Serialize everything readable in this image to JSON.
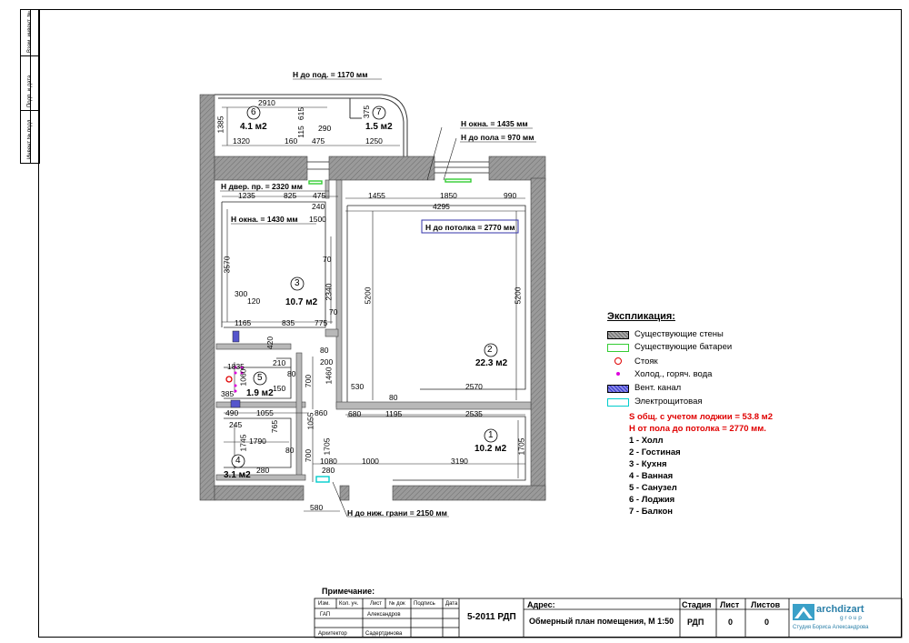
{
  "plan": {
    "notes": {
      "loggia_height": "Н до под. = 1170 мм",
      "window1_height": "Н окна. = 1435 мм",
      "window1_sill": "Н до пола = 970 мм",
      "door_height": "Н двер. пр. = 2320 мм",
      "window2_height": "Н окна. = 1430 мм",
      "ceiling_height": "Н до потолка = 2770 мм",
      "panel_height": "Н до ниж. грани = 2150 мм"
    },
    "rooms": [
      {
        "num": "1",
        "area": "10.2 м2"
      },
      {
        "num": "2",
        "area": "22.3 м2"
      },
      {
        "num": "3",
        "area": "10.7 м2"
      },
      {
        "num": "4",
        "area": "3.1 м2"
      },
      {
        "num": "5",
        "area": "1.9 м2"
      },
      {
        "num": "6",
        "area": "4.1 м2"
      },
      {
        "num": "7",
        "area": "1.5 м2"
      }
    ],
    "dims": {
      "d2910": "2910",
      "d615": "615",
      "d375": "375",
      "d1385": "1385",
      "d290": "290",
      "d115": "115",
      "d1320": "1320",
      "d160": "160",
      "d475a": "475",
      "d1250": "1250",
      "d1235": "1235",
      "d825": "825",
      "d475b": "475",
      "d1455": "1455",
      "d1850": "1850",
      "d990": "990",
      "d4295": "4295",
      "d240": "240",
      "d1500": "1500",
      "d3570": "3570",
      "d70a": "70",
      "d5200a": "5200",
      "d5200b": "5200",
      "d2340": "2340",
      "d300": "300",
      "d120": "120",
      "d70b": "70",
      "d1165": "1165",
      "d835": "835",
      "d775": "775",
      "d420": "420",
      "d80a": "80",
      "d210": "210",
      "d200": "200",
      "d1835": "1835",
      "d80b": "80",
      "d1060": "1060",
      "d700a": "700",
      "d1460": "1460",
      "d150": "150",
      "d385": "385",
      "d530": "530",
      "d80c": "80",
      "d2570": "2570",
      "d490": "490",
      "d1055a": "1055",
      "d860": "860",
      "d680": "680",
      "d1195": "1195",
      "d2535": "2535",
      "d245": "245",
      "d765": "765",
      "d1055b": "1055",
      "d1790": "1790",
      "d1745": "1745",
      "d1705a": "1705",
      "d1705b": "1705",
      "d80d": "80",
      "d700b": "700",
      "d1080": "1080",
      "d1000": "1000",
      "d3190": "3190",
      "d280a": "280",
      "d280b": "280",
      "d580": "580"
    }
  },
  "legend": {
    "title": "Экспликация:",
    "items": [
      {
        "label": "Существующие стены",
        "color": "#8a8a8a"
      },
      {
        "label": "Существующие батареи",
        "color": "#33cc33"
      },
      {
        "label": "Стояк",
        "color": "#e00000"
      },
      {
        "label": "Холод., горяч. вода",
        "color": "#dd00dd"
      },
      {
        "label": "Вент. канал",
        "color": "#3333cc"
      },
      {
        "label": "Электрощитовая",
        "color": "#00cccc"
      }
    ],
    "total_area": "S общ. с учетом лоджии = 53.8 м2",
    "ceiling": "Н от пола до потолка = 2770 мм.",
    "room_names": [
      "1 - Холл",
      "2 - Гостиная",
      "3 - Кухня",
      "4 - Ванная",
      "5 - Санузел",
      "6 - Лоджия",
      "7 - Балкон"
    ]
  },
  "side_stamp": {
    "cells": [
      "Взам. инвент. №",
      "Подп. и дата",
      "Инвент № подл."
    ]
  },
  "title_block": {
    "note_label": "Примечание:",
    "headers": [
      "Изм.",
      "Кол. уч.",
      "Лист",
      "№ док",
      "Подпись",
      "Дата"
    ],
    "roles": [
      {
        "role": "ГАП",
        "name": "Александров"
      },
      {
        "role": "Архитектор",
        "name": "Садертдинова"
      }
    ],
    "code": "5-2011 РДП",
    "address_label": "Адрес:",
    "sheet_title": "Обмерный план помещения, М 1:50",
    "stage_label": "Стадия",
    "sheet_label": "Лист",
    "sheets_label": "Листов",
    "stage": "РДП",
    "sheet": "0",
    "sheets": "0",
    "logo_name": "archdizart",
    "logo_group": "g r o u p",
    "logo_sub": "Студия Бориса Александрова"
  }
}
